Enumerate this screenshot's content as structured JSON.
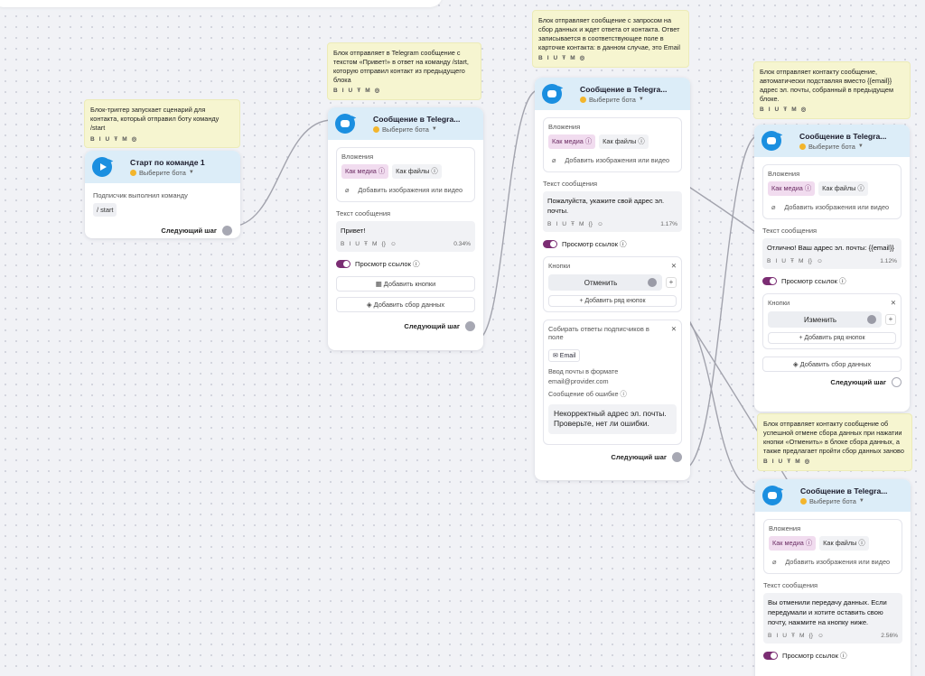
{
  "notes": {
    "n1": "Блок-триггер запускает сценарий для контакта, который отправил боту команду /start",
    "n2": "Блок отправляет в Telegram сообщение с текстом «Привет!» в ответ на команду /start, которую отправил контакт из предыдущего блока",
    "n3": "Блок отправляет сообщение с запросом на сбор данных и ждет ответа от контакта. Ответ записывается в соответствующее поле в карточке контакта: в данном случае, это Email",
    "n4": "Блок отправляет контакту сообщение, автоматически подставляя вместо {{email}} адрес эл. почты, собранный в предыдущем блоке.",
    "n5": "Блок отправляет контакту сообщение об успешной отмене сбора данных при нажатии кнопки «Отменить» в блоке сбора данных, а также предлагает пройти сбор данных заново",
    "tools": [
      "B",
      "I",
      "U",
      "Ŧ",
      "M",
      "◎"
    ]
  },
  "common": {
    "select_bot": "Выберите бота",
    "attachments": "Вложения",
    "as_media": "Как медиа ⓘ",
    "as_files": "Как файлы ⓘ",
    "add_media": "Добавить изображения или видео",
    "message_text": "Текст сообщения",
    "link_preview": "Просмотр ссылок ⓘ",
    "next_step": "Следующий шаг",
    "buttons": "Кнопки",
    "add_button_row": "+ Добавить ряд кнопок",
    "add_data_collection": "Добавить сбор данных",
    "add_buttons": "Добавить кнопки",
    "format_tools": [
      "B",
      "I",
      "U",
      "Ŧ",
      "M",
      "{}",
      "☺"
    ]
  },
  "trigger": {
    "title": "Старт по команде 1",
    "label": "Подписчик выполнил команду",
    "command": "/ start"
  },
  "msg1": {
    "title": "Сообщение в Telegra...",
    "text": "Привет!",
    "percent": "0.34%"
  },
  "msg2": {
    "title": "Сообщение в Telegra...",
    "text": "Пожалуйста, укажите свой адрес эл. почты.",
    "percent": "1.17%",
    "cancel_button": "Отменить",
    "collect_label": "Собирать ответы подписчиков в поле",
    "field": "✉ Email",
    "hint": "Ввод почты в формате email@provider.com",
    "error_label": "Сообщение об ошибке ⓘ",
    "error_text": "Некорректный адрес эл. почты. Проверьте, нет ли ошибки."
  },
  "msg3": {
    "title": "Сообщение в Telegra...",
    "text": "Отлично! Ваш адрес эл. почты: {{email}}",
    "percent": "1.12%",
    "change_button": "Изменить"
  },
  "msg4": {
    "title": "Сообщение в Telegra...",
    "text": "Вы отменили передачу данных. Если передумали и хотите оставить свою почту, нажмите на кнопку ниже.",
    "percent": "2.56%"
  }
}
